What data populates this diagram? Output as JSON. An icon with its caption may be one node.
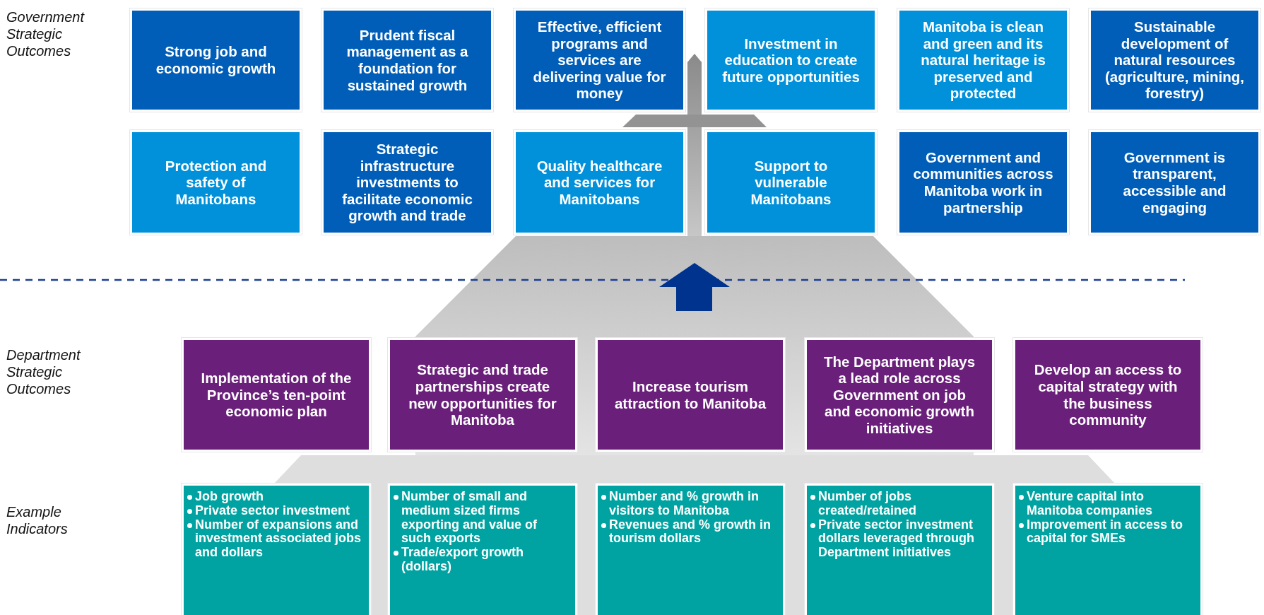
{
  "diagram": {
    "nodes": [
      {
        "text": [
          "Strong job and economic growth"
        ]
      },
      {
        "text": [
          "Prudent fiscal management as a foundation for sustained growth"
        ]
      },
      {
        "text": [
          "Effective, efficient programs and services are delivering value for money"
        ]
      },
      {
        "text": [
          "Investment in education to create future opportunities"
        ]
      },
      {
        "text": [
          "Manitoba is clean and green and its natural heritage is preserved and protected"
        ]
      },
      {
        "text": [
          "Sustainable development of natural resources (agriculture, mining, forestry)"
        ]
      },
      {
        "text": [
          "Protection and safety of Manitobans"
        ]
      },
      {
        "text": [
          "Strategic infrastructure investments to facilitate economic growth and trade"
        ]
      },
      {
        "text": [
          "Quality healthcare and services for Manitobans"
        ]
      },
      {
        "text": [
          "Support to vulnerable Manitobans"
        ]
      },
      {
        "text": [
          "Government and communities across Manitoba work in partnership"
        ]
      },
      {
        "text": [
          "Government is transparent, accessible and engaging"
        ]
      },
      {
        "text": [
          "Implementation of the Province’s ten-point economic plan"
        ]
      },
      {
        "text": [
          "Strategic and trade partnerships create new opportunities for Manitoba"
        ]
      },
      {
        "text": [
          "Increase tourism attraction to Manitoba"
        ]
      },
      {
        "text": [
          "The Department plays a lead role across Government on job and economic growth initiatives"
        ]
      },
      {
        "text": [
          "Develop an access to capital strategy with the business community"
        ]
      },
      {
        "text": [
          "Job growth",
          "Private sector investment",
          "Number of expansions and investment associated jobs and dollars"
        ]
      },
      {
        "text": [
          "Number of small and medium sized firms exporting and value of such exports",
          "Trade/export growth (dollars)"
        ]
      },
      {
        "text": [
          "Number and % growth in visitors to Manitoba",
          "Revenues and % growth in tourism dollars"
        ]
      },
      {
        "text": [
          "Number of jobs created/retained",
          "Private sector investment dollars leveraged through Department initiatives"
        ]
      },
      {
        "text": [
          "Venture capital into Manitoba companies",
          "Improvement in access to capital for SMEs"
        ]
      }
    ],
    "edges": [
      {
        "from": 14,
        "to": 8,
        "arrow": "to"
      }
    ],
    "labels": [
      "Government Strategic Outcomes",
      "Department Strategic Outcomes",
      "Example Indicators"
    ]
  }
}
